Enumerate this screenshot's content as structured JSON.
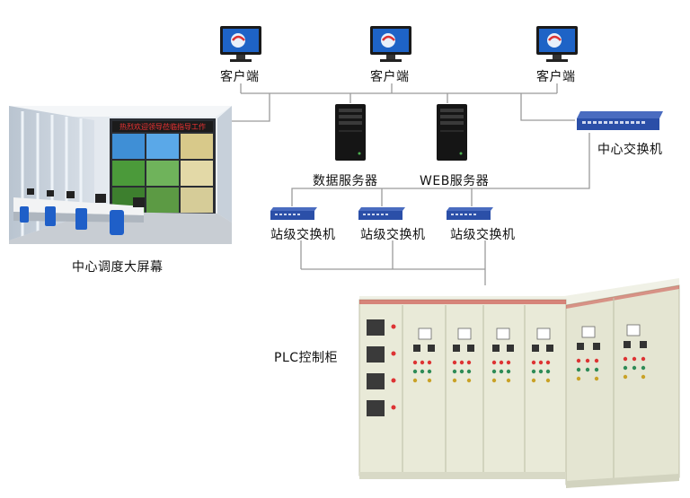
{
  "clients": [
    {
      "label": "客户端"
    },
    {
      "label": "客户端"
    },
    {
      "label": "客户端"
    }
  ],
  "servers": {
    "data_server": "数据服务器",
    "web_server": "WEB服务器"
  },
  "switches": {
    "center": "中心交换机",
    "station": [
      "站级交换机",
      "站级交换机",
      "站级交换机"
    ]
  },
  "control_room": {
    "label": "中心调度大屏幕",
    "screen_banner": "热烈欢迎领导莅临指导工作"
  },
  "plc": {
    "label": "PLC控制柜"
  },
  "colors": {
    "line": "#9a9a9a",
    "monitor_blue": "#1e63c6",
    "switch_blue": "#2b4fa8",
    "cabinet": "#e9ead8"
  }
}
